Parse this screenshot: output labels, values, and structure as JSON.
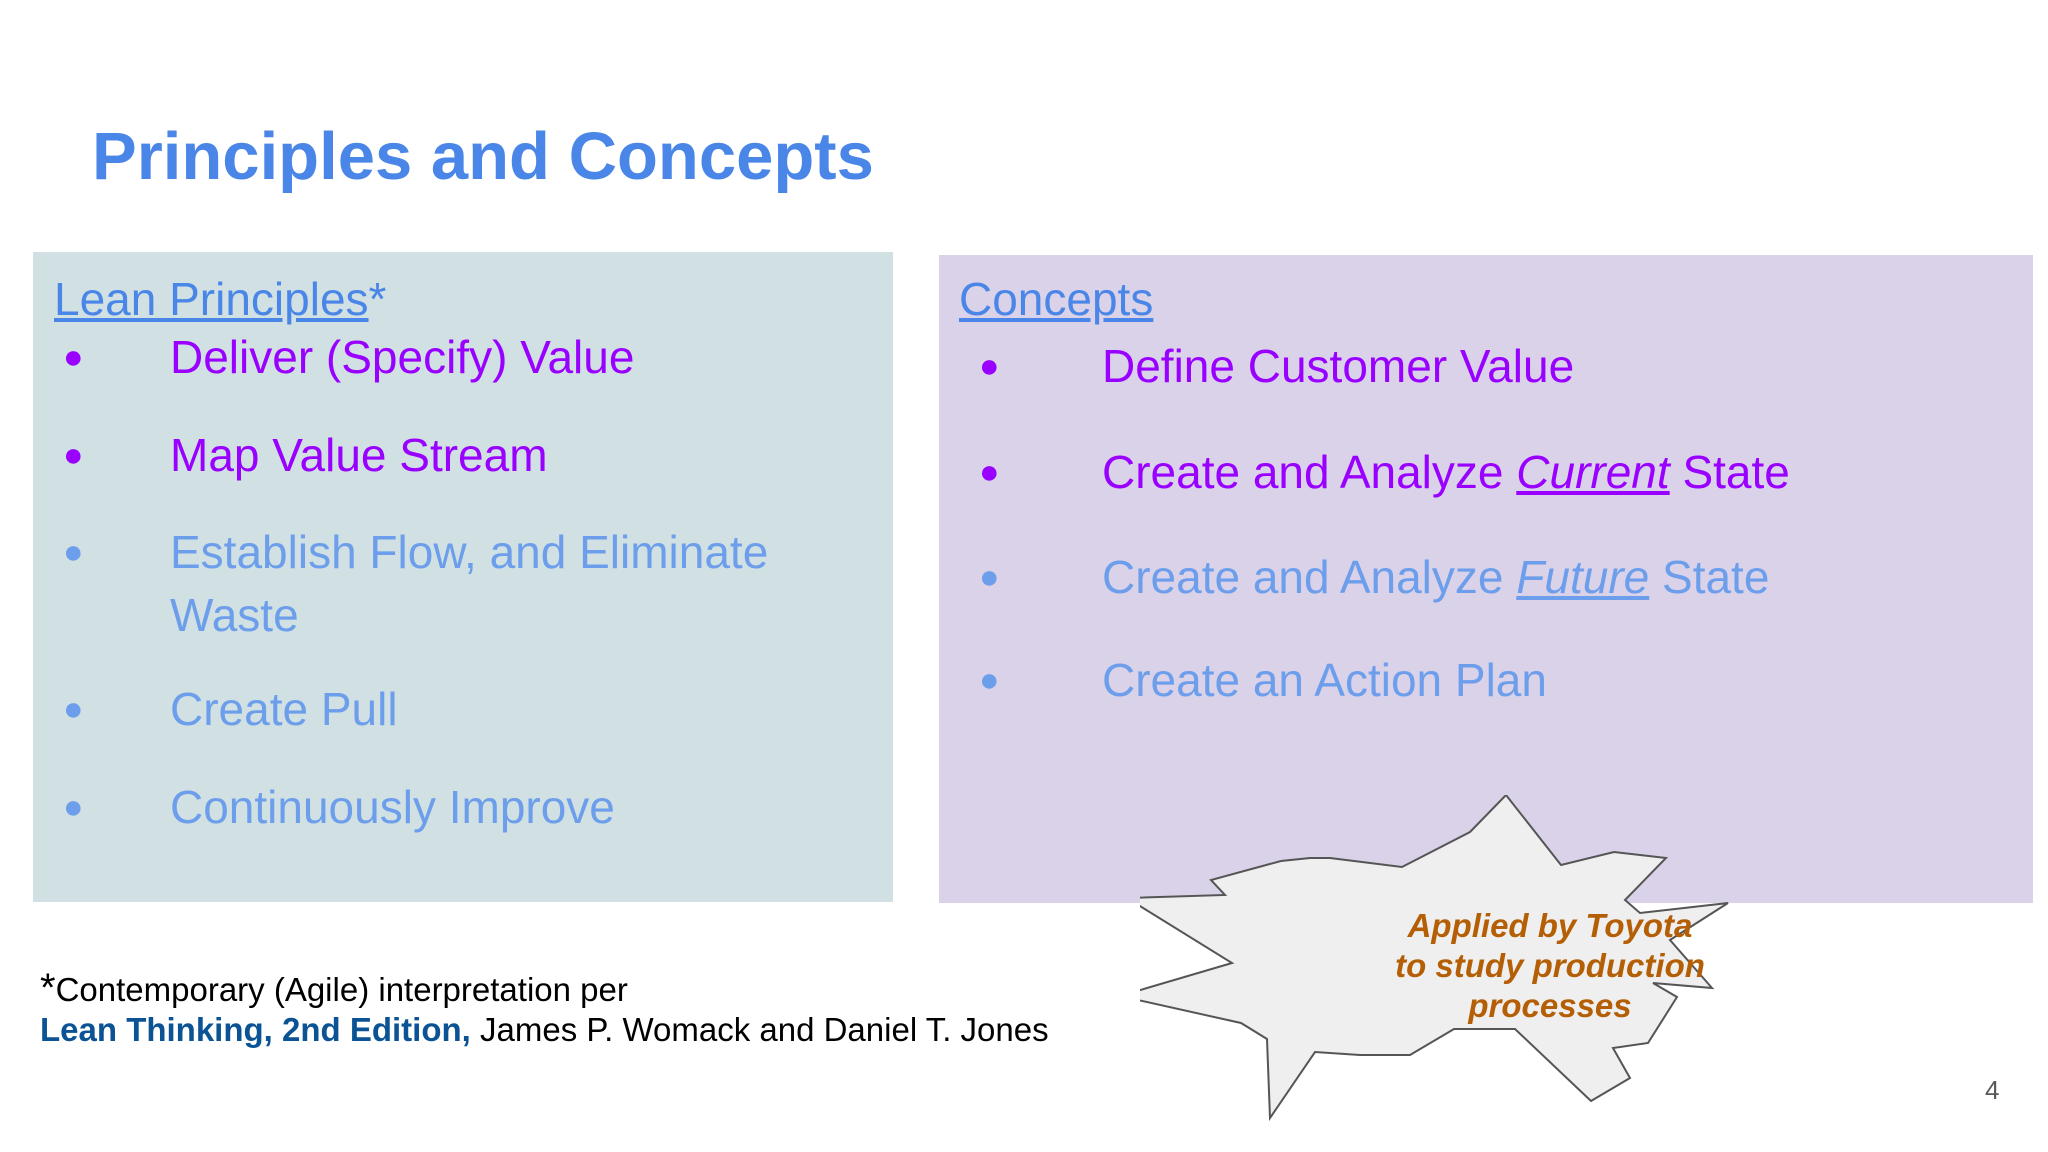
{
  "slide": {
    "title": "Principles and Concepts",
    "page_number": "4"
  },
  "lean_principles": {
    "heading": "Lean Principles",
    "heading_mark": "*",
    "bullet_symbol": "●",
    "items": [
      {
        "text": "Deliver (Specify) Value",
        "color": "#9900ff"
      },
      {
        "text": "Map Value Stream",
        "color": "#9900ff"
      },
      {
        "line1": "Establish Flow, and Eliminate",
        "line2": "Waste",
        "color": "#6d9eeb"
      },
      {
        "text": "Create Pull",
        "color": "#6d9eeb"
      },
      {
        "text": "Continuously Improve",
        "color": "#6d9eeb"
      }
    ]
  },
  "concepts": {
    "heading": "Concepts",
    "bullet_symbol": "●",
    "items": [
      {
        "text": "Define Customer Value",
        "color": "#9900ff"
      },
      {
        "prefix": "Create and Analyze ",
        "emphasis": "Current",
        "suffix": " State",
        "color": "#9900ff"
      },
      {
        "prefix": "Create and Analyze ",
        "emphasis": "Future",
        "suffix": " State",
        "color": "#6d9eeb"
      },
      {
        "text": "Create an Action Plan",
        "color": "#6d9eeb"
      }
    ]
  },
  "footnote": {
    "star": "*",
    "line1": "Contemporary (Agile) interpretation per",
    "book_title": "Lean Thinking, 2nd Edition,",
    "authors": " James P. Womack and Daniel T. Jones"
  },
  "callout": {
    "lines": [
      "Applied by Toyota",
      "to study production",
      "processes"
    ]
  },
  "colors": {
    "title": "#4a86e8",
    "highlight": "#9900ff",
    "muted": "#6d9eeb",
    "left_panel_bg": "#d0e0e3",
    "right_panel_bg": "#d9d2e9",
    "book_title": "#0b5394",
    "callout_text": "#b45f06",
    "starburst_fill": "#efefef"
  }
}
